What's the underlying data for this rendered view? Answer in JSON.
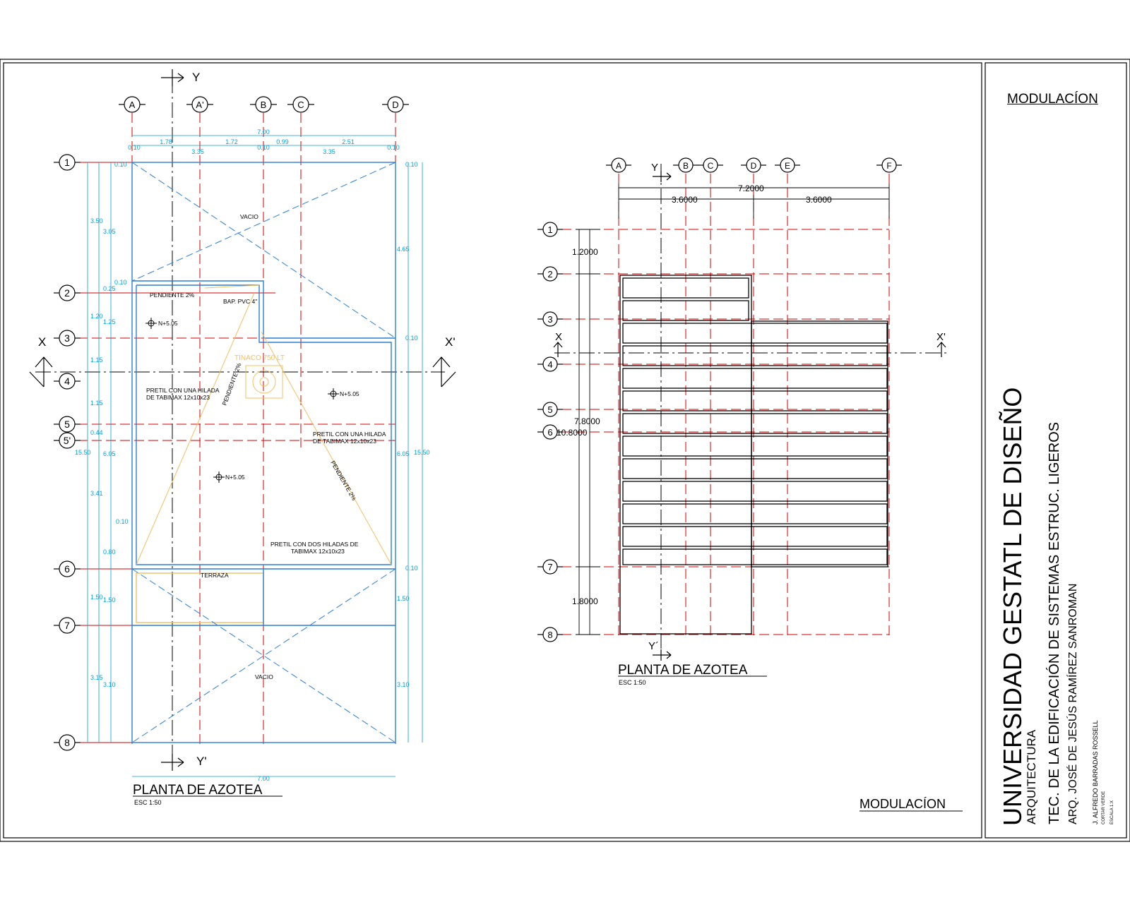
{
  "title_block": {
    "header": "MODULACÍON",
    "university": "UNIVERSIDAD GESTATL DE DISEÑO",
    "career": "ARQUITECTURA",
    "course": "TEC. DE LA EDIFICACIÓN DE SISTEMAS ESTRUC. LIGEROS",
    "professor": "ARQ. JOSÉ DE JESÚS RAMÍREZ SANROMAN",
    "student": "J. ALFREDO BARRADAS ROSSELL",
    "small1": "CORTAR VERDE",
    "small2": "ESCALA 1:X"
  },
  "left_plan": {
    "title": "PLANTA DE AZOTEA",
    "scale": "ESC 1:50",
    "grid_x": [
      "A",
      "A'",
      "B",
      "C",
      "D"
    ],
    "grid_y": [
      "1",
      "2",
      "3",
      "4",
      "5",
      "5'",
      "6",
      "7",
      "8"
    ],
    "axis_x": "X",
    "axis_x2": "X'",
    "axis_y": "Y",
    "axis_y2": "Y'",
    "top_total": "7.00",
    "top_dims": [
      "1.78",
      "1.72",
      "0.99",
      "2.51"
    ],
    "top_dims2": [
      "0.10",
      "3.35",
      "0.10",
      "3.35",
      "0.10"
    ],
    "bottom_total": "7.00",
    "left_dims": [
      "0.10",
      "3.50",
      "3.05",
      "0.10",
      "0.25",
      "1.20",
      "1.25",
      "1.15",
      "1.15",
      "0.44",
      "15.50",
      "6.05",
      "3.41",
      "0.10",
      "0.80",
      "1.50",
      "1.50",
      "3.15",
      "3.10"
    ],
    "right_dims": [
      "0.10",
      "4.65",
      "0.10",
      "6.05",
      "15.50",
      "0.10",
      "1.50",
      "3.10"
    ],
    "labels": {
      "vacio_top": "VACIO",
      "vacio_bottom": "VACIO",
      "pendiente1": "PENDIENTE 2%",
      "bap": "BAP. PVC 4\"",
      "nivel1": "N+5.05",
      "nivel2": "N+5.05",
      "nivel3": "N+5.05",
      "tinaco": "TINACO 750 LT",
      "pendiente2": "PENDIENTE 2%",
      "pendiente3": "PENDIENTE 2%",
      "pretil1a": "PRETIL CON UNA HILADA",
      "pretil1b": "DE TABIMAX 12x10x23",
      "pretil2a": "PRETIL CON UNA HILADA",
      "pretil2b": "DE TABIMAX 12x10x23",
      "pretil3a": "PRETIL CON DOS HILADAS DE",
      "pretil3b": "TABIMAX 12x10x23",
      "terraza": "TERRAZA"
    }
  },
  "right_plan": {
    "title": "PLANTA DE AZOTEA",
    "scale": "ESC 1:50",
    "grid_x": [
      "A",
      "B",
      "C",
      "D",
      "E",
      "F"
    ],
    "grid_y": [
      "1",
      "2",
      "3",
      "4",
      "5",
      "6",
      "7",
      "8"
    ],
    "axis_x": "X",
    "axis_x2": "X'",
    "axis_y": "Y",
    "axis_y2": "Y´",
    "dim_total_h": "7.2000",
    "dim_half1": "3.6000",
    "dim_half2": "3.6000",
    "dim_v1": "1.2000",
    "dim_v2": "7.8000",
    "dim_v3": "10.8000",
    "dim_v4": "1.8000"
  },
  "footer_label": "MODULACÍON",
  "colors": {
    "grid_red": "#d40000",
    "wall_blue": "#2a7fd4",
    "dim_cyan": "#00a0d8",
    "slope_yellow": "#f0c060",
    "ink": "#000000"
  }
}
